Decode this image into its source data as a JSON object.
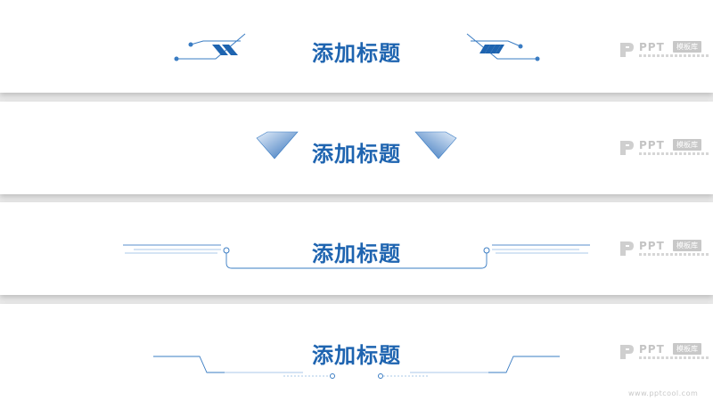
{
  "banners": [
    {
      "title": "添加标题"
    },
    {
      "title": "添加标题"
    },
    {
      "title": "添加标题"
    },
    {
      "title": "添加标题"
    }
  ],
  "watermark": {
    "ppt": "PPT",
    "tag": "模板库",
    "url": "www.pptcool.com"
  },
  "colors": {
    "primary": "#1e64b0",
    "line": "#3a7cc3",
    "line_light": "#8fb6e0",
    "watermark": "#c4c4c4"
  }
}
